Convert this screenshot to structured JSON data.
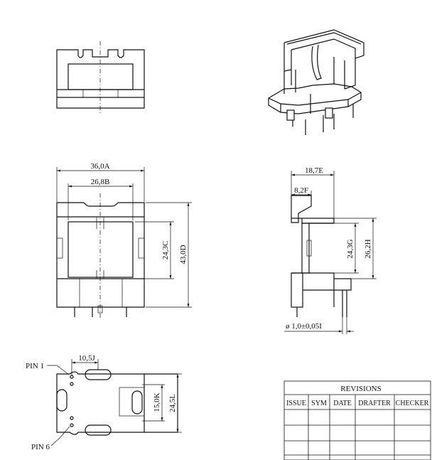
{
  "dimensions": {
    "top_width_a": "36,0A",
    "top_width_b": "26,8B",
    "front_height_c": "24,3C",
    "front_height_d": "43,0D",
    "side_width_e": "18,7E",
    "side_width_f": "8,2F",
    "side_height_g": "24,3G",
    "side_height_h": "26,2H",
    "pin_diameter_i": "ø 1,0±0,05I",
    "pitch_j": "10,5J",
    "bottom_height_k": "15,0K",
    "bottom_height_l": "24,5L"
  },
  "pin_labels": {
    "pin1": "PIN 1",
    "pin6": "PIN 6"
  },
  "revisions": {
    "title": "REVISIONS",
    "columns": [
      "ISSUE",
      "SYM",
      "DATE",
      "DRAFTER",
      "CHECKER"
    ],
    "rows": [
      [
        "",
        "",
        "",
        "",
        ""
      ],
      [
        "",
        "",
        "",
        "",
        ""
      ],
      [
        "",
        "",
        "",
        "",
        ""
      ],
      [
        "",
        "",
        "",
        "",
        ""
      ]
    ]
  }
}
